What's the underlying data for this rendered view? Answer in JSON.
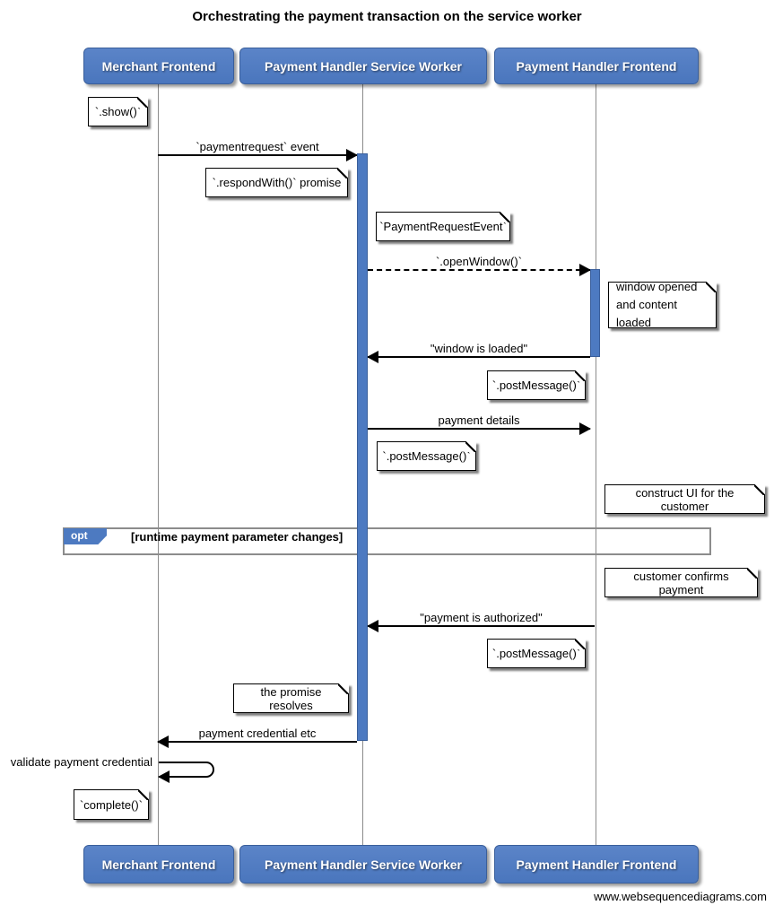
{
  "title": "Orchestrating the payment transaction on the service worker",
  "watermark": "www.websequencediagrams.com",
  "actors": [
    {
      "label": "Merchant Frontend"
    },
    {
      "label": "Payment Handler Service Worker"
    },
    {
      "label": "Payment Handler Frontend"
    }
  ],
  "messages": {
    "paymentrequest_event": {
      "label": "`paymentrequest` event",
      "type": "solid",
      "direction": "right"
    },
    "open_window": {
      "label": "`.openWindow()`",
      "type": "dashed",
      "direction": "right"
    },
    "window_is_loaded": {
      "label": "\"window is loaded\"",
      "type": "solid",
      "direction": "left"
    },
    "payment_details": {
      "label": "payment details",
      "type": "solid",
      "direction": "right"
    },
    "payment_is_authorized": {
      "label": "\"payment is authorized\"",
      "type": "solid",
      "direction": "left"
    },
    "payment_credential_etc": {
      "label": "payment credential etc",
      "type": "solid",
      "direction": "left"
    },
    "validate_payment_credential": {
      "label": "validate payment credential",
      "type": "self",
      "direction": "self"
    }
  },
  "notes": {
    "show": "`.show()`",
    "respond_with": "`.respondWith()` promise",
    "payment_request_event": "`PaymentRequestEvent`",
    "window_opened": "window opened\nand content loaded",
    "post_message_1": "`.postMessage()`",
    "post_message_2": "`.postMessage()`",
    "construct_ui": "construct UI for the customer",
    "customer_confirms": "customer confirms payment",
    "post_message_3": "`.postMessage()`",
    "promise_resolves": "the promise resolves",
    "complete": "`complete()`"
  },
  "fragment": {
    "operator": "opt",
    "condition": "[runtime payment parameter changes]"
  },
  "colors": {
    "actor_fill": "#4d7ac1",
    "actor_border": "#3a5f9b",
    "activation_fill": "#4d7ac1",
    "lifeline": "#8c8c8c",
    "fragment_border": "#8c8c8c",
    "note_bg": "#ffffff",
    "line": "#000000",
    "text": "#000000"
  }
}
